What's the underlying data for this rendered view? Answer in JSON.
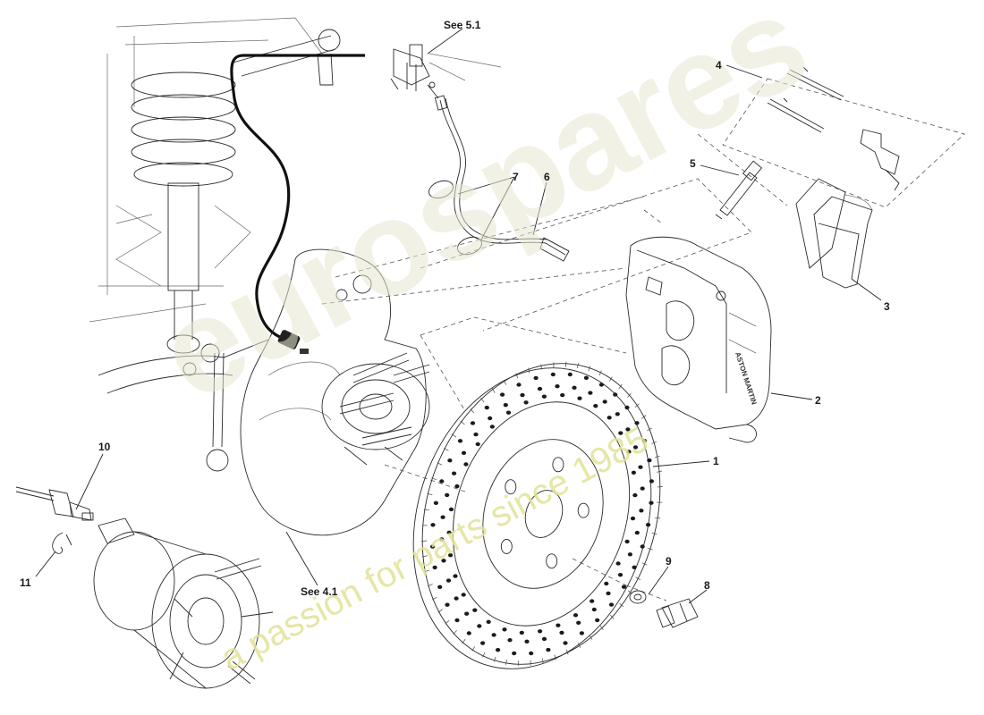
{
  "diagram": {
    "callouts": [
      {
        "id": "1",
        "text": "1"
      },
      {
        "id": "2",
        "text": "2"
      },
      {
        "id": "3",
        "text": "3"
      },
      {
        "id": "4",
        "text": "4"
      },
      {
        "id": "5",
        "text": "5"
      },
      {
        "id": "6",
        "text": "6"
      },
      {
        "id": "7",
        "text": "7"
      },
      {
        "id": "8",
        "text": "8"
      },
      {
        "id": "9",
        "text": "9"
      },
      {
        "id": "10",
        "text": "10"
      },
      {
        "id": "11",
        "text": "11"
      }
    ],
    "references": {
      "see_5_1": "See  5.1",
      "see_4_1": "See  4.1"
    },
    "caliper_text": "ASTON MARTIN"
  },
  "watermark": {
    "brand": "eurospares",
    "tagline": "a passion for parts since 1985",
    "color": "#e2e296"
  }
}
